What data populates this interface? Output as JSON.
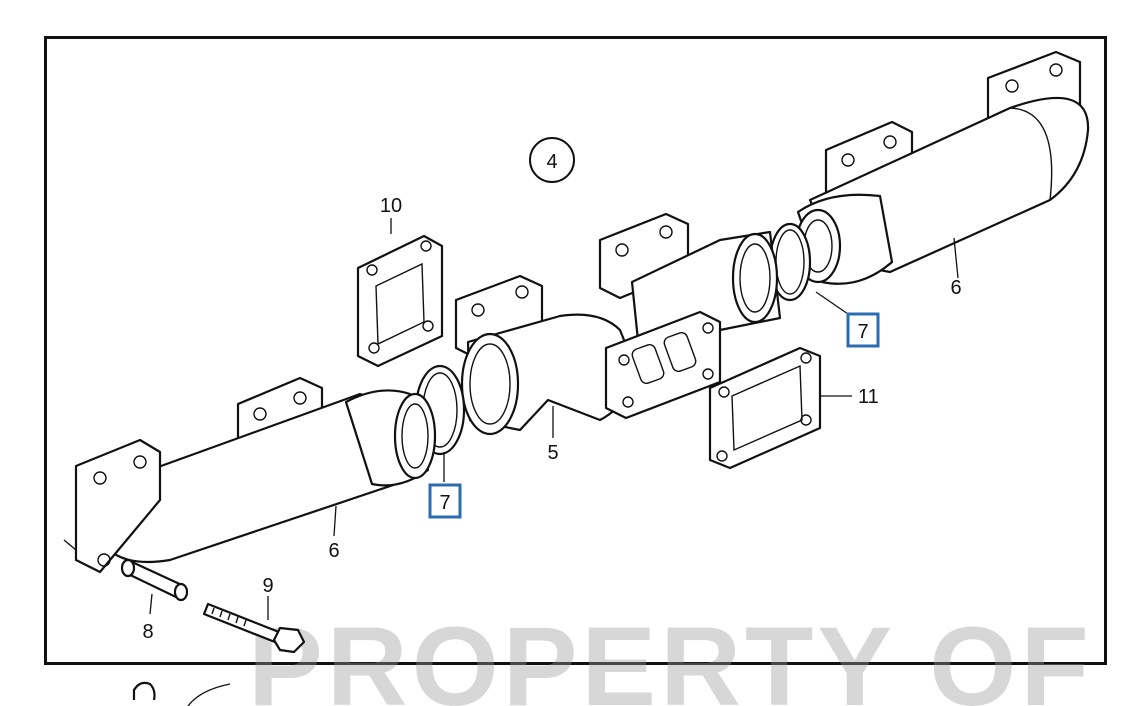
{
  "diagram": {
    "callouts": {
      "view_marker": "4",
      "gasket_top": "10",
      "manifold_right": "6",
      "sealing_ring_right": "7",
      "gasket_flange": "11",
      "center_pipe": "5",
      "sealing_ring_left": "7",
      "manifold_left": "6",
      "bolt": "9",
      "spacer": "8"
    },
    "watermark": "PROPERTY OF",
    "highlight_color": "#2b6cb0",
    "line_color": "#111111"
  }
}
